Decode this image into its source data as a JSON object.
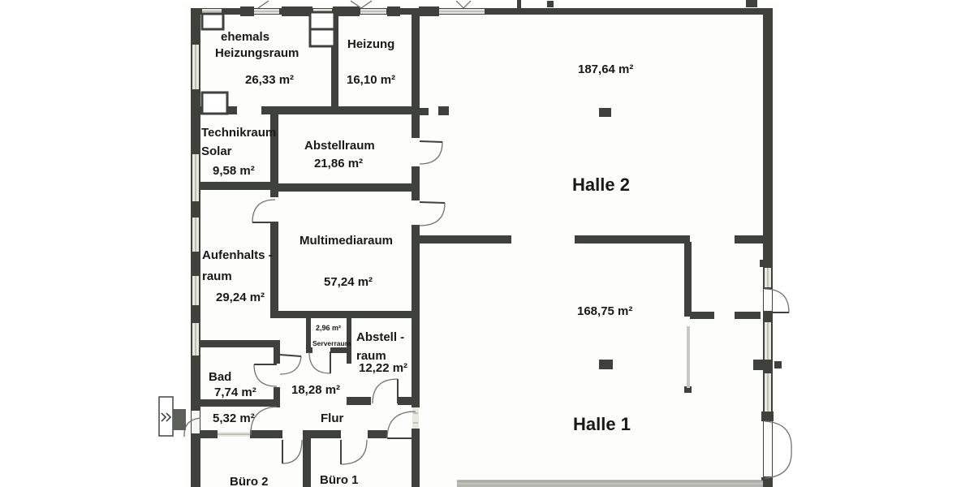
{
  "floorplan": {
    "rooms": {
      "ehemals_heizungsraum": {
        "line1": "ehemals",
        "line2": "Heizungsraum",
        "area": "26,33 m²"
      },
      "heizung": {
        "name": "Heizung",
        "area": "16,10 m²"
      },
      "technikraum_solar": {
        "line1": "Technikraum",
        "line2": "Solar",
        "area": "9,58 m²"
      },
      "abstellraum": {
        "name": "Abstellraum",
        "area": "21,86 m²"
      },
      "halle_2": {
        "name": "Halle 2",
        "area": "187,64 m²"
      },
      "aufenthaltsraum": {
        "line1": "Aufenhalts -",
        "line2": "raum",
        "area": "29,24 m²"
      },
      "multimediaraum": {
        "name": "Multimediaraum",
        "area": "57,24 m²"
      },
      "serverraum": {
        "name": "Serverraum",
        "area": "2,96 m²"
      },
      "abstellraum_klein": {
        "line1": "Abstell -",
        "line2": "raum",
        "area": "12,22 m²"
      },
      "bad": {
        "name": "Bad",
        "area": "7,74 m²"
      },
      "raum_5_32": {
        "area": "5,32 m²"
      },
      "flur": {
        "name": "Flur",
        "area": "18,28 m²"
      },
      "halle_1": {
        "name": "Halle 1",
        "area": "168,75 m²"
      },
      "buero_2": {
        "name": "Büro 2"
      },
      "buero_1": {
        "name": "Büro 1"
      }
    },
    "colors": {
      "wall": "#3f413d",
      "window_fill": "#e8e8e2",
      "paper": "#ffffff",
      "text": "#191919"
    }
  }
}
